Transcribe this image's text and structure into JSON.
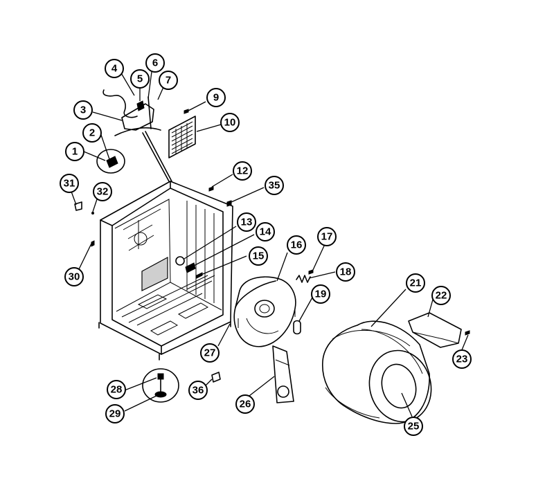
{
  "diagram": {
    "callouts": [
      {
        "id": "c1",
        "label": "1"
      },
      {
        "id": "c2",
        "label": "2"
      },
      {
        "id": "c3",
        "label": "3"
      },
      {
        "id": "c4",
        "label": "4"
      },
      {
        "id": "c5",
        "label": "5"
      },
      {
        "id": "c6",
        "label": "6"
      },
      {
        "id": "c7",
        "label": "7"
      },
      {
        "id": "c9",
        "label": "9"
      },
      {
        "id": "c10",
        "label": "10"
      },
      {
        "id": "c12",
        "label": "12"
      },
      {
        "id": "c13",
        "label": "13"
      },
      {
        "id": "c14",
        "label": "14"
      },
      {
        "id": "c15",
        "label": "15"
      },
      {
        "id": "c16",
        "label": "16"
      },
      {
        "id": "c17",
        "label": "17"
      },
      {
        "id": "c18",
        "label": "18"
      },
      {
        "id": "c19",
        "label": "19"
      },
      {
        "id": "c21",
        "label": "21"
      },
      {
        "id": "c22",
        "label": "22"
      },
      {
        "id": "c23",
        "label": "23"
      },
      {
        "id": "c25",
        "label": "25"
      },
      {
        "id": "c26",
        "label": "26"
      },
      {
        "id": "c27",
        "label": "27"
      },
      {
        "id": "c28",
        "label": "28"
      },
      {
        "id": "c29",
        "label": "29"
      },
      {
        "id": "c30",
        "label": "30"
      },
      {
        "id": "c31",
        "label": "31"
      },
      {
        "id": "c32",
        "label": "32"
      },
      {
        "id": "c35",
        "label": "35"
      },
      {
        "id": "c36",
        "label": "36"
      }
    ]
  }
}
